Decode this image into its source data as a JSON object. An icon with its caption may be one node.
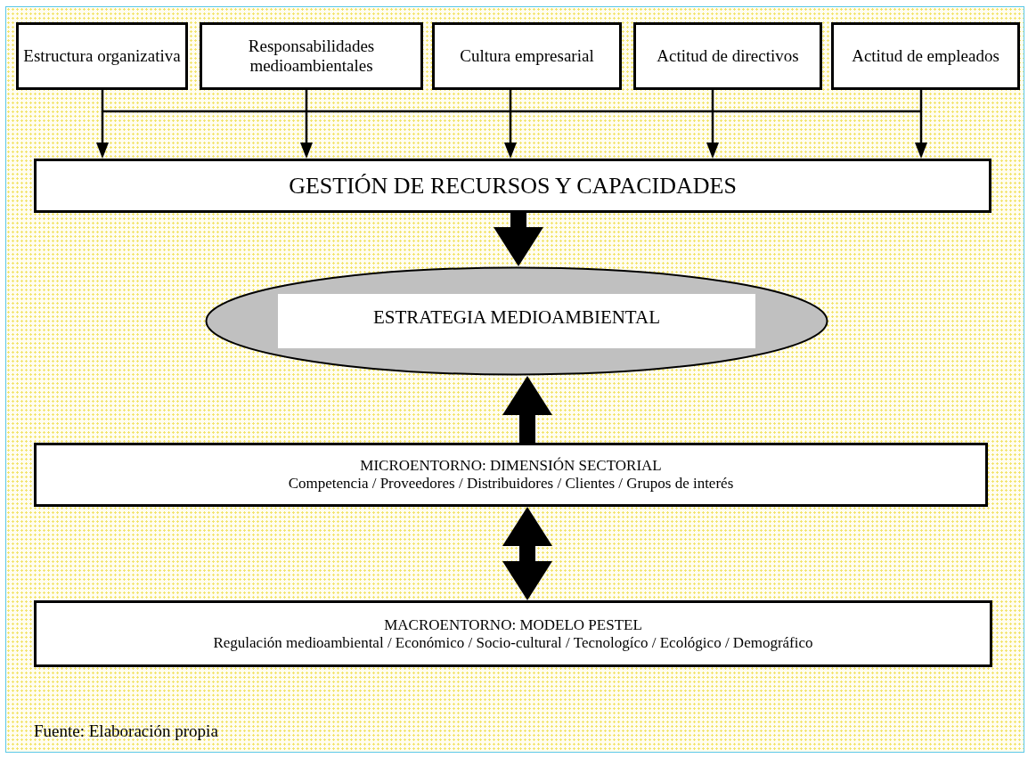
{
  "diagram": {
    "nodes": [
      {
        "text": [
          "Estructura organizativa"
        ]
      },
      {
        "text": [
          "Responsabilidades medioambientales"
        ]
      },
      {
        "text": [
          "Cultura empresarial"
        ]
      },
      {
        "text": [
          "Actitud de directivos"
        ]
      },
      {
        "text": [
          "Actitud de empleados"
        ]
      },
      {
        "text": [
          "GESTIÓN DE RECURSOS Y CAPACIDADES"
        ]
      },
      {
        "text": [
          "ESTRATEGIA MEDIOAMBIENTAL"
        ]
      },
      {
        "text": [
          "MICROENTORNO: DIMENSIÓN SECTORIAL",
          "Competencia / Proveedores / Distribuidores / Clientes / Grupos de interés"
        ]
      },
      {
        "text": [
          "MACROENTORNO: MODELO PESTEL",
          "Regulación medioambiental / Económico / Socio-cultural / Tecnologíco / Ecológico / Demográfico"
        ]
      }
    ],
    "edges": [
      {
        "from": 0,
        "to": 5,
        "arrow": "to"
      },
      {
        "from": 1,
        "to": 5,
        "arrow": "to"
      },
      {
        "from": 2,
        "to": 5,
        "arrow": "to"
      },
      {
        "from": 3,
        "to": 5,
        "arrow": "to"
      },
      {
        "from": 4,
        "to": 5,
        "arrow": "to"
      },
      {
        "from": 5,
        "to": 6,
        "arrow": "to",
        "style": "thick"
      },
      {
        "from": 7,
        "to": 6,
        "arrow": "to",
        "style": "thick"
      },
      {
        "from": 7,
        "to": 8,
        "arrow": "both",
        "style": "thick"
      }
    ],
    "caption": "Fuente: Elaboración propia"
  }
}
